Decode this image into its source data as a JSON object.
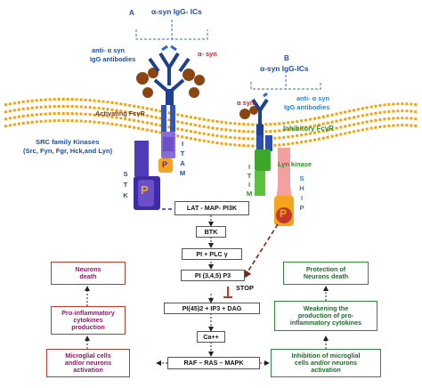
{
  "panel_a": {
    "letter": "A",
    "title": "α-syn IgG- ICs",
    "antibodies_label": [
      "anti- α syn",
      "IgG antibodies"
    ],
    "antigen_label": "α- syn",
    "receptor_label": "Activating FcγR",
    "kinases_label": [
      "SRC family Kinases",
      "(Src, Fyn,  Fgr, Hck,and Lyn)"
    ],
    "itam_letters": [
      "I",
      "T",
      "A",
      "M"
    ],
    "stk_letters": [
      "S",
      "T",
      "K"
    ],
    "p_label": "P"
  },
  "panel_b": {
    "letter": "B",
    "title": "α-syn IgG-ICs",
    "antigen_label": "α syn",
    "antibodies_label": [
      "anti- α syn",
      "IgG antibodies"
    ],
    "receptor_label": "Inhibitory FcγR",
    "lyn_label": "Lyn kinase",
    "itim_letters": [
      "I",
      "T",
      "I",
      "M"
    ],
    "ship_letters": [
      "S",
      "H",
      "I",
      "P"
    ],
    "p_label": "P"
  },
  "pathway": {
    "lat": "LAT - MAP- PI3K",
    "btk": "BTK",
    "plc": "PI + PLC γ",
    "pi345": "PI (3,4,5) P3",
    "stop": "STOP",
    "pi45": "PI(45)2 + IP3 + DAG",
    "ca": "Ca++",
    "raf": "RAF – RAS  –  MAPK"
  },
  "left_outcomes": {
    "neurons_death": [
      "Neurons",
      "death"
    ],
    "cytokines": [
      "Pro-inflammatory",
      "cytokines",
      "production"
    ],
    "activation": [
      "Microglial cells",
      "and/or neurons",
      "activation"
    ]
  },
  "right_outcomes": {
    "protection": [
      "Protection of",
      "Neurons death"
    ],
    "weakening": [
      "Weakening the",
      "production of pro-",
      "inflammatory cytokines"
    ],
    "inhibition": [
      "Inhibition of microglial",
      "cells and/or neurons",
      "activation"
    ]
  },
  "colors": {
    "membrane": "#f2a20c",
    "blue_ab": "#1f3f8f",
    "brown_antigen": "#8b4513",
    "purple_stk": "#3f2aa8",
    "green_itim": "#3ca82a",
    "pink_ship": "#f4a0a0",
    "orange_p": "#f4a41e",
    "red": "#c0392b",
    "green_box": "#2e8b3a"
  }
}
